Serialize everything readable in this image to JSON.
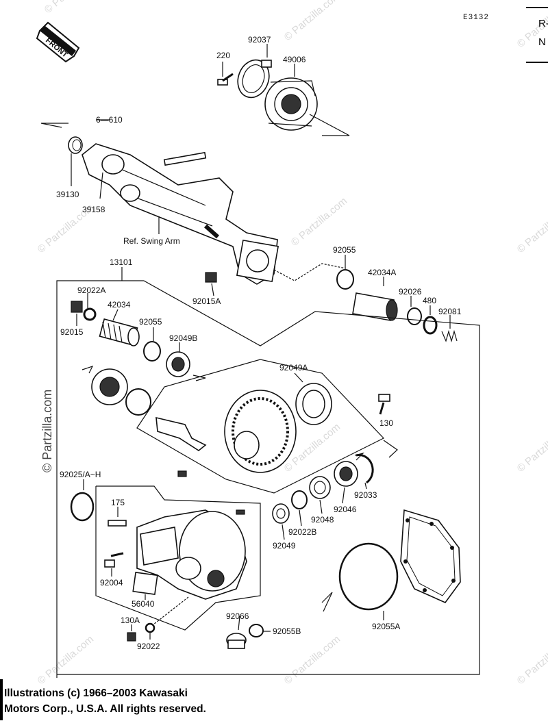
{
  "diagram_code": "E3132",
  "front_arrow_text": "FRONT",
  "corner_labels": [
    "R-",
    "N"
  ],
  "watermark_text": "© Partzilla.com",
  "reference_text": "Ref. Swing Arm",
  "footer": {
    "line1": "Illustrations (c) 1966–2003 Kawasaki",
    "line2": "Motors Corp., U.S.A.  All rights reserved."
  },
  "parts": {
    "p220": "220",
    "p92037": "92037",
    "p49006": "49006",
    "p610": "6—610",
    "p39130": "39130",
    "p39158": "39158",
    "p13101": "13101",
    "p92055_top": "92055",
    "p42034A": "42034A",
    "p92022A": "92022A",
    "p42034": "42034",
    "p92015A": "92015A",
    "p92026": "92026",
    "p480": "480",
    "p92081": "92081",
    "p92015": "92015",
    "p92055_mid": "92055",
    "p92049B": "92049B",
    "p92049A": "92049A",
    "p130": "130",
    "p92025": "92025/A~H",
    "p92033": "92033",
    "p175": "175",
    "p92046": "92046",
    "p92048": "92048",
    "p92022B": "92022B",
    "p92049": "92049",
    "p92004": "92004",
    "p56040": "56040",
    "p130A": "130A",
    "p92066": "92066",
    "p92055B": "92055B",
    "p92055A": "92055A",
    "p92022": "92022"
  }
}
